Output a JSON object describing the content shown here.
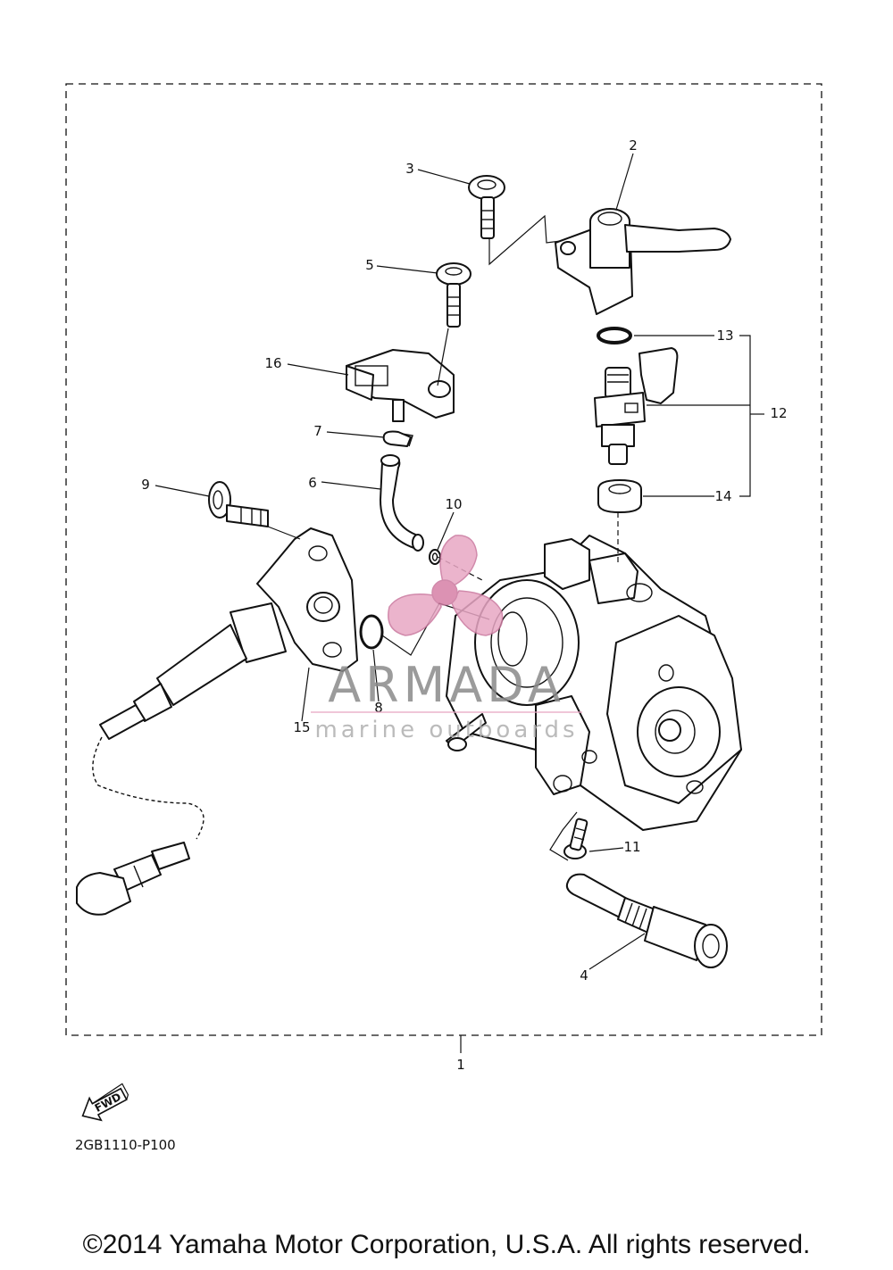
{
  "diagram": {
    "callouts": [
      "1",
      "2",
      "3",
      "4",
      "5",
      "6",
      "7",
      "8",
      "9",
      "10",
      "11",
      "12",
      "13",
      "14",
      "15",
      "16"
    ],
    "fwd_label": "FWD",
    "diagram_code": "2GB1110-P100"
  },
  "watermark": {
    "title": "ARMADA",
    "subtitle": "marine outboards",
    "logo_color": "#e8a7c4"
  },
  "footer": {
    "copyright": "©2014 Yamaha Motor Corporation, U.S.A. All rights reserved."
  }
}
